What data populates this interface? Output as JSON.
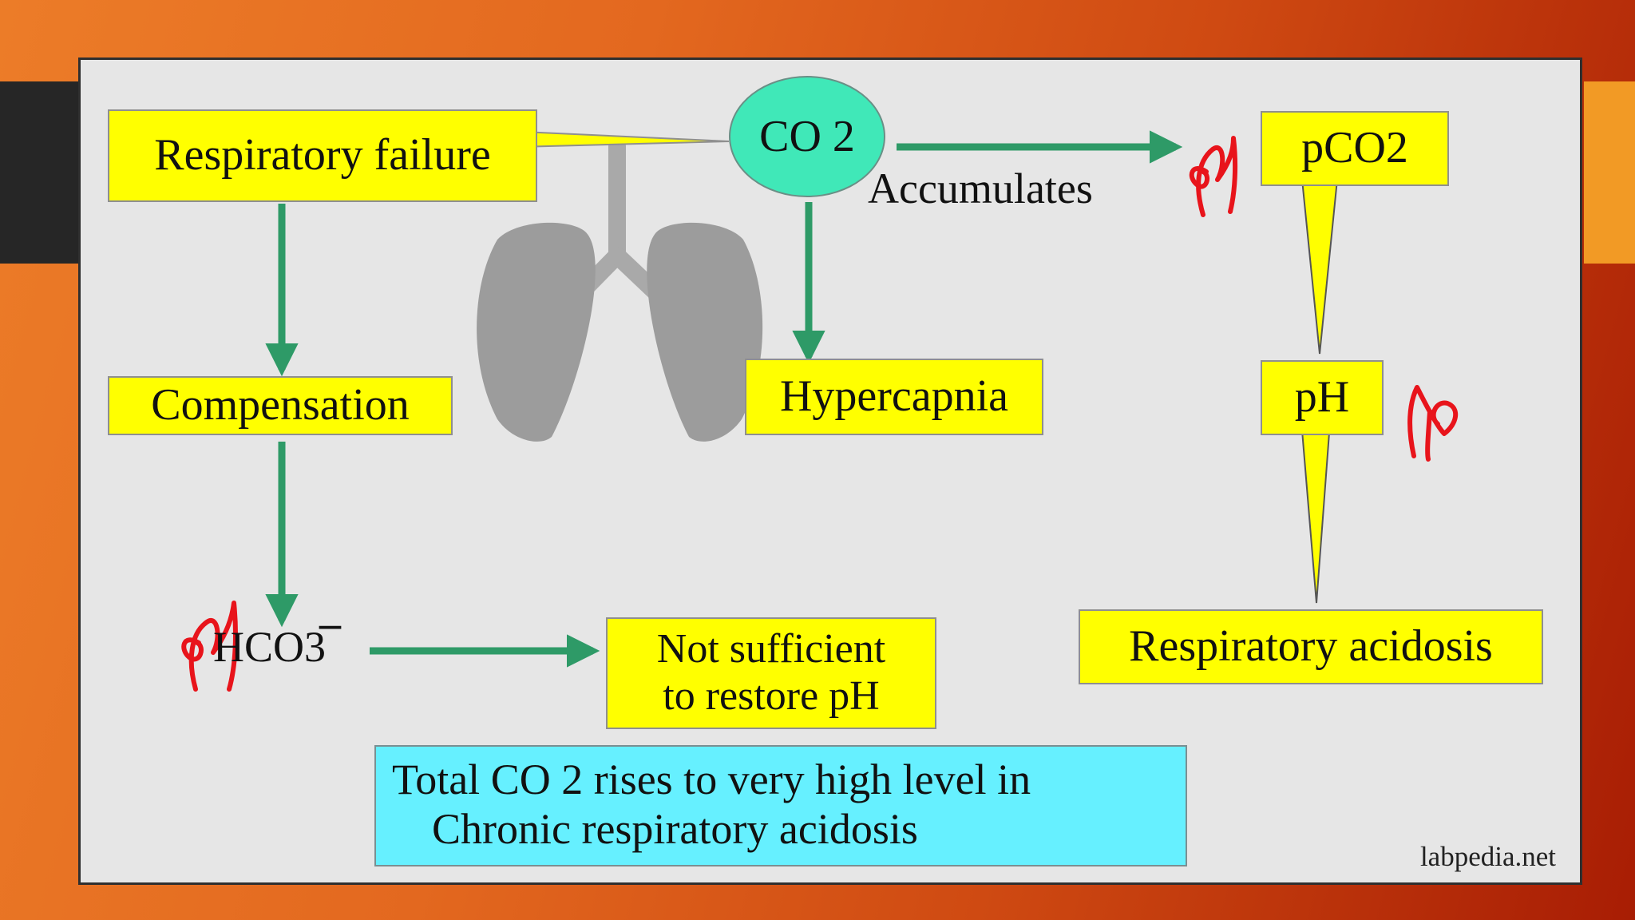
{
  "colors": {
    "box_fill": "#ffff00",
    "arrow": "#2e9a67",
    "co2_fill": "#40e8b8",
    "note_fill": "#66f0ff",
    "annotation_ink": "#e8141b",
    "lung_gray": "#9a9a9a"
  },
  "diagram": {
    "co2": "CO 2",
    "accumulates": "Accumulates",
    "respiratory_failure": "Respiratory failure",
    "compensation": "Compensation",
    "hypercapnia": "Hypercapnia",
    "pco2": "pCO2",
    "ph": "pH",
    "hco3": "HCO3",
    "hco3_charge": "–",
    "not_sufficient_line1": "Not sufficient",
    "not_sufficient_line2": "to restore pH",
    "respiratory_acidosis": "Respiratory acidosis",
    "note_line1": "Total CO 2 rises to very high level in",
    "note_line2": "Chronic respiratory acidosis"
  },
  "watermark": "labpedia.net",
  "lungs_icon": "lungs-icon",
  "annotations": [
    "up-arrow-handwritten",
    "up-arrow-handwritten",
    "down-arrow-handwritten"
  ]
}
